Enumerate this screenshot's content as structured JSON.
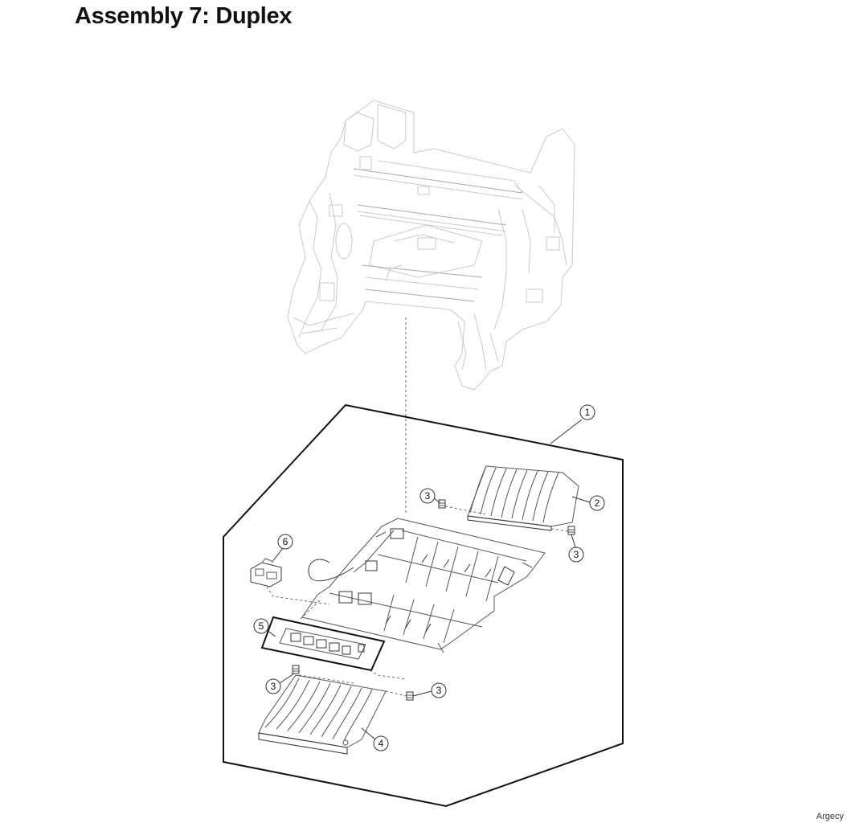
{
  "header": {
    "title": "Assembly 7: Duplex"
  },
  "callouts": [
    {
      "id": "callout-1",
      "label": "1"
    },
    {
      "id": "callout-2",
      "label": "2"
    },
    {
      "id": "callout-3a",
      "label": "3"
    },
    {
      "id": "callout-3b",
      "label": "3"
    },
    {
      "id": "callout-3c",
      "label": "3"
    },
    {
      "id": "callout-3d",
      "label": "3"
    },
    {
      "id": "callout-4",
      "label": "4"
    },
    {
      "id": "callout-5",
      "label": "5"
    },
    {
      "id": "callout-6",
      "label": "6"
    }
  ],
  "footer": {
    "watermark": "Argecy"
  }
}
